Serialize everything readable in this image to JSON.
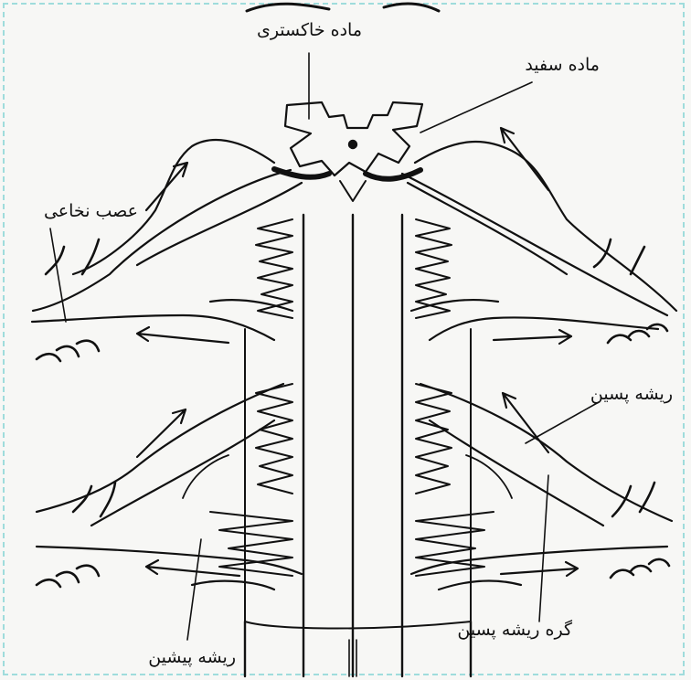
{
  "labels": {
    "gray_matter": "ماده خاکستری",
    "white_matter": "ماده سفید",
    "spinal_nerve": "عصب نخاعی",
    "dorsal_root": "ریشه پسین",
    "dorsal_root_ganglion": "گره ریشه پسین",
    "ventral_root": "ریشه پیشین"
  },
  "colors": {
    "ink": "#111111",
    "paper": "#f7f7f5",
    "border": "#9fdcdc"
  }
}
